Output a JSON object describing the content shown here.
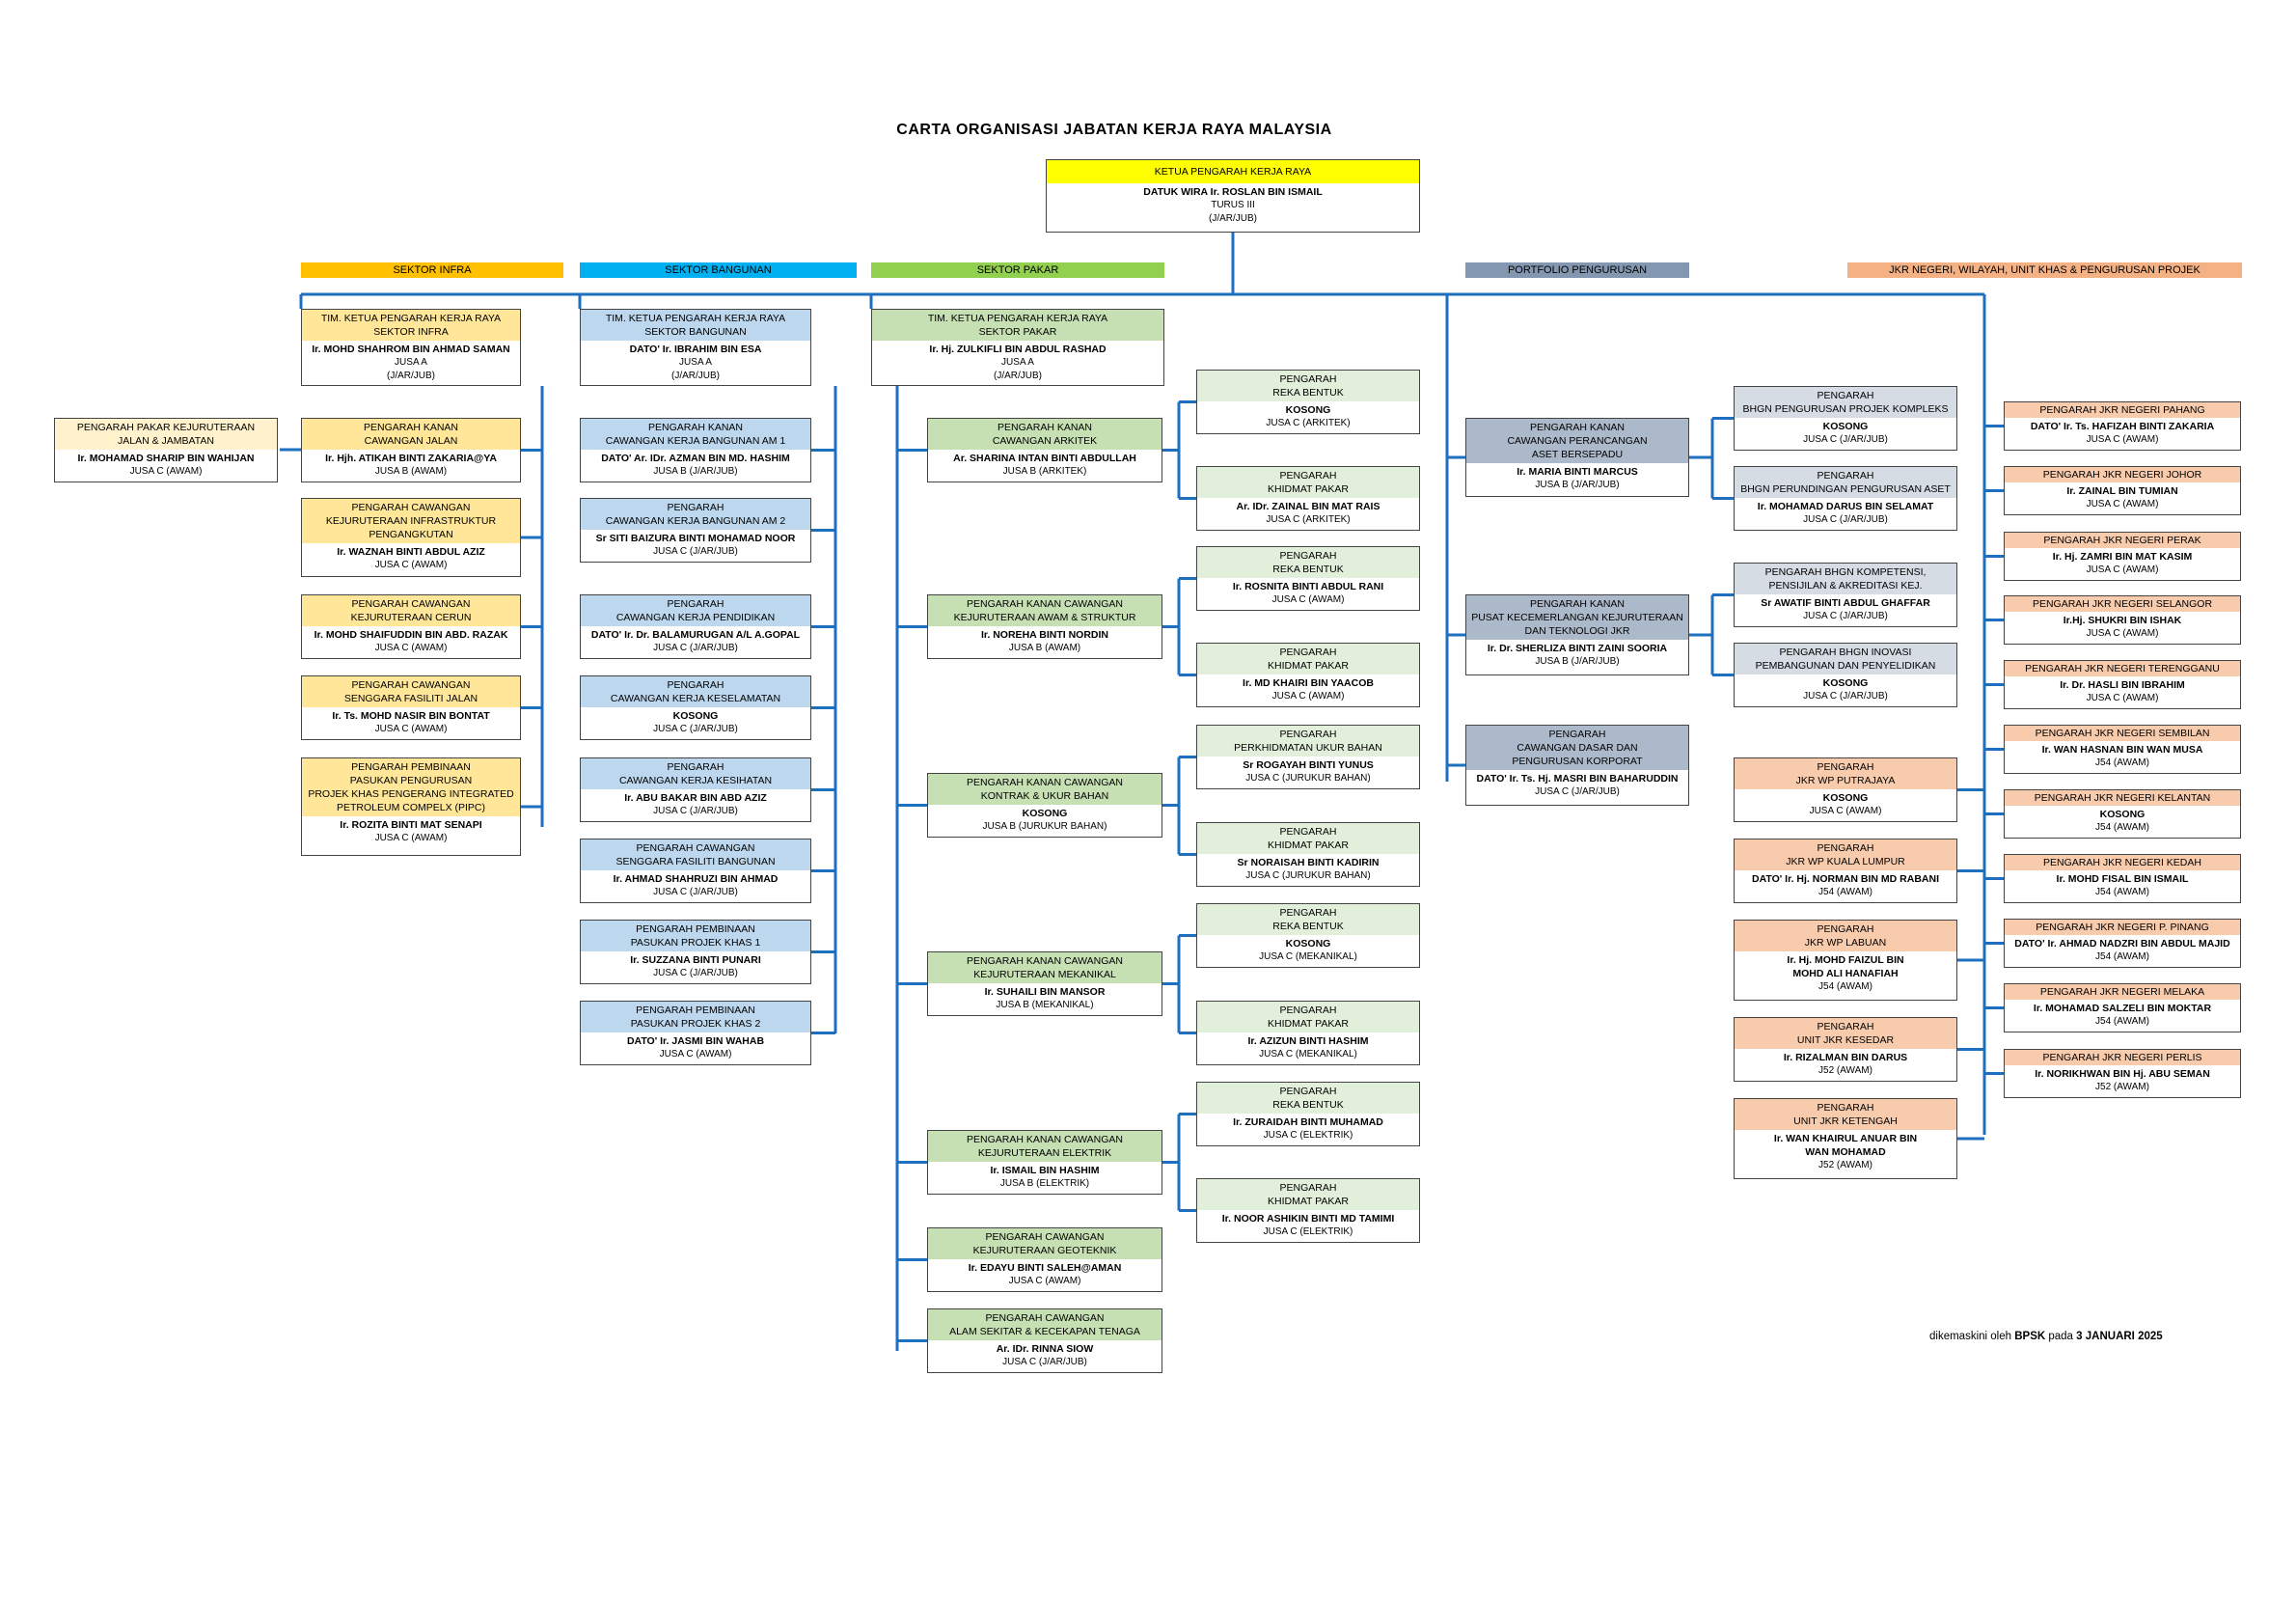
{
  "title": "CARTA ORGANISASI JABATAN KERJA RAYA MALAYSIA",
  "footer": {
    "prefix": "dikemaskini oleh",
    "unit": "BPSK",
    "mid": "pada",
    "date": "3 JANUARI 2025"
  },
  "colors": {
    "yellow": "#ffff00",
    "infra": "#ffe699",
    "infra_light": "#fff2cc",
    "bangunan": "#bdd7ee",
    "pakar": "#c6e0b4",
    "pakar_light": "#e2efda",
    "portfolio": "#acb9ca",
    "portfolio_light": "#d6dce4",
    "negeri": "#f8cbad",
    "line": "#1f6fc1"
  },
  "sectors": [
    {
      "id": "infra",
      "label": "SEKTOR INFRA",
      "color": "#ffc000"
    },
    {
      "id": "bangunan",
      "label": "SEKTOR BANGUNAN",
      "color": "#00b0f0"
    },
    {
      "id": "pakar",
      "label": "SEKTOR PAKAR",
      "color": "#92d050"
    },
    {
      "id": "portfolio",
      "label": "PORTFOLIO PENGURUSAN",
      "color": "#8497b0"
    },
    {
      "id": "negeri",
      "label": "JKR NEGERI, WILAYAH, UNIT KHAS & PENGURUSAN PROJEK",
      "color": "#f4b183"
    }
  ],
  "boxes": [
    {
      "id": "kp",
      "title": [
        "KETUA PENGARAH KERJA RAYA"
      ],
      "name": [
        "DATUK WIRA Ir. ROSLAN BIN ISMAIL"
      ],
      "grades": [
        "TURUS III",
        "(J/AR/JUB)"
      ],
      "color": "#ffff00"
    },
    {
      "id": "tkp-infra",
      "title": [
        "TIM. KETUA PENGARAH KERJA RAYA",
        "SEKTOR INFRA"
      ],
      "name": [
        "Ir. MOHD SHAHROM BIN AHMAD SAMAN"
      ],
      "grades": [
        "JUSA A",
        "(J/AR/JUB)"
      ],
      "color": "#ffe699"
    },
    {
      "id": "pakar-jalan",
      "title": [
        "PENGARAH  PAKAR KEJURUTERAAN",
        "JALAN & JAMBATAN"
      ],
      "name": [
        "Ir. MOHAMAD SHARIP BIN WAHIJAN"
      ],
      "grades": [
        "JUSA C (AWAM)"
      ],
      "color": "#fff2cc"
    },
    {
      "id": "kanan-jalan",
      "title": [
        "PENGARAH KANAN",
        "CAWANGAN JALAN"
      ],
      "name": [
        "Ir. Hjh. ATIKAH BINTI ZAKARIA@YA"
      ],
      "grades": [
        "JUSA B (AWAM)"
      ],
      "color": "#ffe699"
    },
    {
      "id": "infra-pengangkutan",
      "title": [
        "PENGARAH CAWANGAN",
        "KEJURUTERAAN INFRASTRUKTUR",
        "PENGANGKUTAN"
      ],
      "name": [
        "Ir. WAZNAH BINTI ABDUL AZIZ"
      ],
      "grades": [
        "JUSA C (AWAM)"
      ],
      "color": "#ffe699"
    },
    {
      "id": "cerun",
      "title": [
        "PENGARAH CAWANGAN",
        "KEJURUTERAAN CERUN"
      ],
      "name": [
        "Ir. MOHD SHAIFUDDIN BIN ABD. RAZAK"
      ],
      "grades": [
        "JUSA C (AWAM)"
      ],
      "color": "#ffe699"
    },
    {
      "id": "fasiliti-jalan",
      "title": [
        "PENGARAH CAWANGAN",
        "SENGGARA FASILITI JALAN"
      ],
      "name": [
        "Ir. Ts. MOHD NASIR BIN BONTAT"
      ],
      "grades": [
        "JUSA C (AWAM)"
      ],
      "color": "#ffe699"
    },
    {
      "id": "pipc",
      "title": [
        "PENGARAH PEMBINAAN",
        "PASUKAN PENGURUSAN",
        "PROJEK KHAS  PENGERANG  INTEGRATED",
        "PETROLEUM COMPELX (PIPC)"
      ],
      "name": [
        "Ir. ROZITA BINTI MAT SENAPI"
      ],
      "grades": [
        "JUSA C (AWAM)"
      ],
      "color": "#ffe699"
    },
    {
      "id": "tkp-bangunan",
      "title": [
        "TIM. KETUA PENGARAH KERJA RAYA",
        "SEKTOR BANGUNAN"
      ],
      "name": [
        "DATO' Ir. IBRAHIM BIN ESA"
      ],
      "grades": [
        "JUSA A",
        "(J/AR/JUB)"
      ],
      "color": "#bdd7ee"
    },
    {
      "id": "am1",
      "title": [
        "PENGARAH KANAN",
        "CAWANGAN KERJA BANGUNAN AM 1"
      ],
      "name": [
        "DATO' Ar. IDr. AZMAN BIN MD. HASHIM"
      ],
      "grades": [
        "JUSA B (J/AR/JUB)"
      ],
      "color": "#bdd7ee"
    },
    {
      "id": "am2",
      "title": [
        "PENGARAH",
        "CAWANGAN KERJA BANGUNAN AM 2"
      ],
      "name": [
        "Sr SITI BAIZURA BINTI MOHAMAD NOOR"
      ],
      "grades": [
        "JUSA C (J/AR/JUB)"
      ],
      "color": "#bdd7ee"
    },
    {
      "id": "pendidikan",
      "title": [
        "PENGARAH",
        "CAWANGAN KERJA PENDIDIKAN"
      ],
      "name": [
        "DATO' Ir. Dr. BALAMURUGAN A/L  A.GOPAL"
      ],
      "grades": [
        "JUSA C (J/AR/JUB)"
      ],
      "color": "#bdd7ee"
    },
    {
      "id": "keselamatan",
      "title": [
        "PENGARAH",
        "CAWANGAN KERJA KESELAMATAN"
      ],
      "name": [
        "KOSONG"
      ],
      "grades": [
        "JUSA C (J/AR/JUB)"
      ],
      "color": "#bdd7ee"
    },
    {
      "id": "kesihatan",
      "title": [
        "PENGARAH",
        "CAWANGAN KERJA KESIHATAN"
      ],
      "name": [
        "Ir. ABU BAKAR BIN ABD AZIZ"
      ],
      "grades": [
        "JUSA C (J/AR/JUB)"
      ],
      "color": "#bdd7ee"
    },
    {
      "id": "fasiliti-bangunan",
      "title": [
        "PENGARAH CAWANGAN",
        "SENGGARA FASILITI BANGUNAN"
      ],
      "name": [
        "Ir. AHMAD SHAHRUZI BIN AHMAD"
      ],
      "grades": [
        "JUSA C (J/AR/JUB)"
      ],
      "color": "#bdd7ee"
    },
    {
      "id": "pk1",
      "title": [
        "PENGARAH PEMBINAAN",
        "PASUKAN PROJEK KHAS 1"
      ],
      "name": [
        "Ir. SUZZANA BINTI PUNARI"
      ],
      "grades": [
        "JUSA C (J/AR/JUB)"
      ],
      "color": "#bdd7ee"
    },
    {
      "id": "pk2",
      "title": [
        "PENGARAH PEMBINAAN",
        "PASUKAN PROJEK KHAS 2"
      ],
      "name": [
        "DATO' Ir. JASMI BIN WAHAB"
      ],
      "grades": [
        "JUSA C (AWAM)"
      ],
      "color": "#bdd7ee"
    },
    {
      "id": "tkp-pakar",
      "title": [
        "TIM. KETUA PENGARAH KERJA RAYA",
        "SEKTOR PAKAR"
      ],
      "name": [
        "Ir. Hj. ZULKIFLI BIN ABDUL RASHAD"
      ],
      "grades": [
        "JUSA A",
        "(J/AR/JUB)"
      ],
      "color": "#c6e0b4"
    },
    {
      "id": "arkitek",
      "title": [
        "PENGARAH KANAN",
        "CAWANGAN ARKITEK"
      ],
      "name": [
        "Ar.  SHARINA INTAN BINTI ABDULLAH"
      ],
      "grades": [
        "JUSA B (ARKITEK)"
      ],
      "color": "#c6e0b4"
    },
    {
      "id": "awam-struktur",
      "title": [
        "PENGARAH KANAN CAWANGAN",
        "KEJURUTERAAN AWAM & STRUKTUR"
      ],
      "name": [
        "Ir. NOREHA BINTI NORDIN"
      ],
      "grades": [
        "JUSA B (AWAM)"
      ],
      "color": "#c6e0b4"
    },
    {
      "id": "ukur-bahan",
      "title": [
        "PENGARAH KANAN CAWANGAN",
        "KONTRAK & UKUR BAHAN"
      ],
      "name": [
        "KOSONG"
      ],
      "grades": [
        "JUSA B (JURUKUR BAHAN)"
      ],
      "color": "#c6e0b4"
    },
    {
      "id": "mekanikal",
      "title": [
        "PENGARAH KANAN CAWANGAN",
        "KEJURUTERAAN MEKANIKAL"
      ],
      "name": [
        "Ir. SUHAILI BIN MANSOR"
      ],
      "grades": [
        "JUSA B (MEKANIKAL)"
      ],
      "color": "#c6e0b4"
    },
    {
      "id": "elektrik",
      "title": [
        "PENGARAH KANAN CAWANGAN",
        "KEJURUTERAAN ELEKTRIK"
      ],
      "name": [
        "Ir. ISMAIL BIN HASHIM"
      ],
      "grades": [
        "JUSA B (ELEKTRIK)"
      ],
      "color": "#c6e0b4"
    },
    {
      "id": "geoteknik",
      "title": [
        "PENGARAH CAWANGAN",
        "KEJURUTERAAN GEOTEKNIK"
      ],
      "name": [
        "Ir. EDAYU BINTI SALEH@AMAN"
      ],
      "grades": [
        "JUSA C (AWAM)"
      ],
      "color": "#c6e0b4"
    },
    {
      "id": "alam-sekitar",
      "title": [
        "PENGARAH  CAWANGAN",
        "ALAM SEKITAR & KECEKAPAN TENAGA"
      ],
      "name": [
        "Ar. IDr. RINNA SIOW"
      ],
      "grades": [
        "JUSA C (J/AR/JUB)"
      ],
      "color": "#c6e0b4"
    },
    {
      "id": "ark-rb",
      "title": [
        "PENGARAH",
        "REKA BENTUK"
      ],
      "name": [
        "KOSONG"
      ],
      "grades": [
        "JUSA C (ARKITEK)"
      ],
      "color": "#e2efda"
    },
    {
      "id": "ark-kp",
      "title": [
        "PENGARAH",
        "KHIDMAT PAKAR"
      ],
      "name": [
        "Ar. IDr. ZAINAL BIN MAT RAIS"
      ],
      "grades": [
        "JUSA C (ARKITEK)"
      ],
      "color": "#e2efda"
    },
    {
      "id": "aws-rb",
      "title": [
        "PENGARAH",
        "REKA BENTUK"
      ],
      "name": [
        "Ir. ROSNITA BINTI ABDUL RANI"
      ],
      "grades": [
        "JUSA C (AWAM)"
      ],
      "color": "#e2efda"
    },
    {
      "id": "aws-kp",
      "title": [
        "PENGARAH",
        "KHIDMAT PAKAR"
      ],
      "name": [
        "Ir. MD KHAIRI BIN YAACOB"
      ],
      "grades": [
        "JUSA C (AWAM)"
      ],
      "color": "#e2efda"
    },
    {
      "id": "qs-uk",
      "title": [
        "PENGARAH",
        "PERKHIDMATAN UKUR BAHAN"
      ],
      "name": [
        "Sr ROGAYAH BINTI YUNUS"
      ],
      "grades": [
        "JUSA C (JURUKUR BAHAN)"
      ],
      "color": "#e2efda"
    },
    {
      "id": "qs-kp",
      "title": [
        "PENGARAH",
        "KHIDMAT PAKAR"
      ],
      "name": [
        "Sr NORAISAH BINTI KADIRIN"
      ],
      "grades": [
        "JUSA C (JURUKUR BAHAN)"
      ],
      "color": "#e2efda"
    },
    {
      "id": "mek-rb",
      "title": [
        "PENGARAH",
        "REKA BENTUK"
      ],
      "name": [
        "KOSONG"
      ],
      "grades": [
        "JUSA C (MEKANIKAL)"
      ],
      "color": "#e2efda"
    },
    {
      "id": "mek-kp",
      "title": [
        "PENGARAH",
        "KHIDMAT PAKAR"
      ],
      "name": [
        "Ir. AZIZUN BINTI HASHIM"
      ],
      "grades": [
        "JUSA C (MEKANIKAL)"
      ],
      "color": "#e2efda"
    },
    {
      "id": "elk-rb",
      "title": [
        "PENGARAH",
        "REKA BENTUK"
      ],
      "name": [
        "Ir. ZURAIDAH BINTI MUHAMAD"
      ],
      "grades": [
        "JUSA C (ELEKTRIK)"
      ],
      "color": "#e2efda"
    },
    {
      "id": "elk-kp",
      "title": [
        "PENGARAH",
        "KHIDMAT PAKAR"
      ],
      "name": [
        "Ir. NOOR ASHIKIN  BINTI MD TAMIMI"
      ],
      "grades": [
        "JUSA C (ELEKTRIK)"
      ],
      "color": "#e2efda"
    },
    {
      "id": "aset",
      "title": [
        "PENGARAH KANAN",
        "CAWANGAN PERANCANGAN",
        "ASET BERSEPADU"
      ],
      "name": [
        "Ir. MARIA BINTI MARCUS"
      ],
      "grades": [
        "JUSA B (J/AR/JUB)"
      ],
      "color": "#acb9ca"
    },
    {
      "id": "pkkt",
      "title": [
        "PENGARAH KANAN",
        "PUSAT KECEMERLANGAN KEJURUTERAAN",
        "DAN TEKNOLOGI JKR"
      ],
      "name": [
        "Ir. Dr. SHERLIZA BINTI ZAINI SOORIA"
      ],
      "grades": [
        "JUSA B (J/AR/JUB)"
      ],
      "color": "#acb9ca"
    },
    {
      "id": "korporat",
      "title": [
        "PENGARAH",
        "CAWANGAN DASAR DAN",
        "PENGURUSAN KORPORAT"
      ],
      "name": [
        "DATO' Ir. Ts. Hj. MASRI BIN BAHARUDDIN"
      ],
      "grades": [
        "JUSA C (J/AR/JUB)"
      ],
      "color": "#acb9ca"
    },
    {
      "id": "kompleks",
      "title": [
        "PENGARAH",
        "BHGN PENGURUSAN PROJEK KOMPLEKS"
      ],
      "name": [
        "KOSONG"
      ],
      "grades": [
        "JUSA C (J/AR/JUB)"
      ],
      "color": "#d6dce4"
    },
    {
      "id": "perundingan",
      "title": [
        "PENGARAH",
        "BHGN PERUNDINGAN PENGURUSAN ASET"
      ],
      "name": [
        "Ir. MOHAMAD DARUS BIN SELAMAT"
      ],
      "grades": [
        "JUSA C (J/AR/JUB)"
      ],
      "color": "#d6dce4"
    },
    {
      "id": "kompetensi",
      "title": [
        "PENGARAH BHGN KOMPETENSI,",
        "PENSIJILAN & AKREDITASI KEJ."
      ],
      "name": [
        "Sr AWATIF BINTI ABDUL GHAFFAR"
      ],
      "grades": [
        "JUSA C (J/AR/JUB)"
      ],
      "color": "#d6dce4"
    },
    {
      "id": "inovasi",
      "title": [
        "PENGARAH BHGN INOVASI",
        "PEMBANGUNAN DAN PENYELIDIKAN"
      ],
      "name": [
        "KOSONG"
      ],
      "grades": [
        "JUSA C (J/AR/JUB)"
      ],
      "color": "#d6dce4"
    },
    {
      "id": "putrajaya",
      "title": [
        "PENGARAH",
        "JKR WP PUTRAJAYA"
      ],
      "name": [
        "KOSONG"
      ],
      "grades": [
        "JUSA C (AWAM)"
      ],
      "color": "#f8cbad"
    },
    {
      "id": "kl",
      "title": [
        "PENGARAH",
        "JKR WP KUALA LUMPUR"
      ],
      "name": [
        "DATO' Ir. Hj. NORMAN BIN MD RABANI"
      ],
      "grades": [
        "J54 (AWAM)"
      ],
      "color": "#f8cbad"
    },
    {
      "id": "labuan",
      "title": [
        "PENGARAH",
        "JKR WP LABUAN"
      ],
      "name": [
        "Ir. Hj. MOHD FAIZUL BIN",
        "MOHD ALI  HANAFIAH"
      ],
      "grades": [
        "J54 (AWAM)"
      ],
      "color": "#f8cbad"
    },
    {
      "id": "kesedar",
      "title": [
        "PENGARAH",
        "UNIT JKR KESEDAR"
      ],
      "name": [
        "Ir. RIZALMAN BIN DARUS"
      ],
      "grades": [
        "J52 (AWAM)"
      ],
      "color": "#f8cbad"
    },
    {
      "id": "ketengah",
      "title": [
        "PENGARAH",
        "UNIT JKR KETENGAH"
      ],
      "name": [
        "Ir. WAN KHAIRUL ANUAR BIN",
        "WAN MOHAMAD"
      ],
      "grades": [
        "J52 (AWAM)"
      ],
      "color": "#f8cbad"
    },
    {
      "id": "pahang",
      "title": [
        "PENGARAH JKR NEGERI PAHANG"
      ],
      "name": [
        "DATO' Ir. Ts. HAFIZAH BINTI  ZAKARIA"
      ],
      "grades": [
        "JUSA C (AWAM)"
      ],
      "color": "#f8cbad"
    },
    {
      "id": "johor",
      "title": [
        "PENGARAH JKR NEGERI JOHOR"
      ],
      "name": [
        "Ir. ZAINAL BIN TUMIAN"
      ],
      "grades": [
        "JUSA C (AWAM)"
      ],
      "color": "#f8cbad"
    },
    {
      "id": "perak",
      "title": [
        "PENGARAH JKR NEGERI PERAK"
      ],
      "name": [
        "Ir. Hj.  ZAMRI BIN MAT KASIM"
      ],
      "grades": [
        "JUSA C (AWAM)"
      ],
      "color": "#f8cbad"
    },
    {
      "id": "selangor",
      "title": [
        "PENGARAH JKR NEGERI SELANGOR"
      ],
      "name": [
        "Ir.Hj. SHUKRI BIN ISHAK"
      ],
      "grades": [
        "JUSA C (AWAM)"
      ],
      "color": "#f8cbad"
    },
    {
      "id": "terengganu",
      "title": [
        "PENGARAH JKR NEGERI TERENGGANU"
      ],
      "name": [
        "Ir. Dr. HASLI BIN IBRAHIM"
      ],
      "grades": [
        "JUSA C (AWAM)"
      ],
      "color": "#f8cbad"
    },
    {
      "id": "sembilan",
      "title": [
        "PENGARAH JKR NEGERI SEMBILAN"
      ],
      "name": [
        "Ir. WAN HASNAN BIN WAN MUSA"
      ],
      "grades": [
        "J54 (AWAM)"
      ],
      "color": "#f8cbad"
    },
    {
      "id": "kelantan",
      "title": [
        "PENGARAH JKR NEGERI KELANTAN"
      ],
      "name": [
        "KOSONG"
      ],
      "grades": [
        "J54 (AWAM)"
      ],
      "color": "#f8cbad"
    },
    {
      "id": "kedah",
      "title": [
        "PENGARAH JKR NEGERI KEDAH"
      ],
      "name": [
        "Ir. MOHD FISAL BIN ISMAIL"
      ],
      "grades": [
        "J54 (AWAM)"
      ],
      "color": "#f8cbad"
    },
    {
      "id": "pinang",
      "title": [
        "PENGARAH JKR NEGERI P. PINANG"
      ],
      "name": [
        "DATO' Ir. AHMAD NADZRI BIN ABDUL MAJID"
      ],
      "grades": [
        "J54 (AWAM)"
      ],
      "color": "#f8cbad"
    },
    {
      "id": "melaka",
      "title": [
        "PENGARAH JKR NEGERI MELAKA"
      ],
      "name": [
        "Ir. MOHAMAD SALZELI BIN MOKTAR"
      ],
      "grades": [
        "J54 (AWAM)"
      ],
      "color": "#f8cbad"
    },
    {
      "id": "perlis",
      "title": [
        "PENGARAH JKR NEGERI PERLIS"
      ],
      "name": [
        "Ir. NORIKHWAN BIN Hj. ABU SEMAN"
      ],
      "grades": [
        "J52 (AWAM)"
      ],
      "color": "#f8cbad"
    }
  ]
}
